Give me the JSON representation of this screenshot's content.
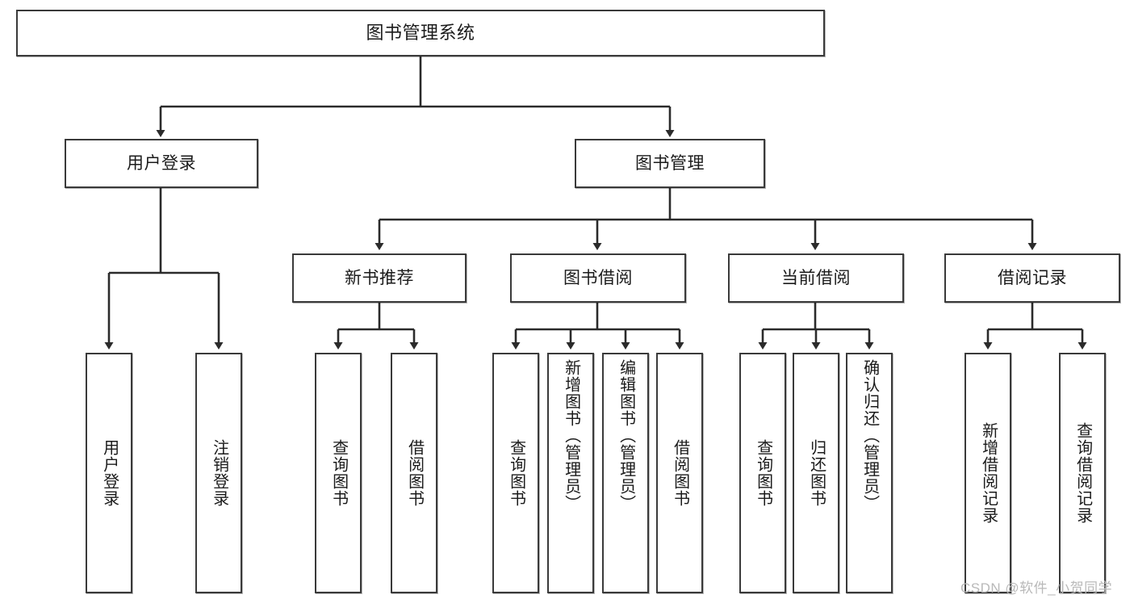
{
  "diagram": {
    "type": "tree",
    "title": "图书管理系统",
    "theme": {
      "background": "#ffffff",
      "box_border": "#3a3a3a",
      "box_fill": "#ffffff",
      "text": "#1b1b1b",
      "connector": "#2b2b2b",
      "watermark": "#b9b9b9"
    },
    "root": {
      "label": "图书管理系统"
    },
    "level1": [
      {
        "label": "用户登录"
      },
      {
        "label": "图书管理"
      }
    ],
    "level2": [
      {
        "label": "新书推荐"
      },
      {
        "label": "图书借阅"
      },
      {
        "label": "当前借阅"
      },
      {
        "label": "借阅记录"
      }
    ],
    "leaves": {
      "user_login": [
        {
          "label": "用户登录"
        },
        {
          "label": "注销登录"
        }
      ],
      "new_book_recommend": [
        {
          "label": "查询图书"
        },
        {
          "label": "借阅图书"
        }
      ],
      "book_borrow": [
        {
          "label": "查询图书"
        },
        {
          "label": "新增图书（管理员）"
        },
        {
          "label": "编辑图书（管理员）"
        },
        {
          "label": "借阅图书"
        }
      ],
      "current_borrow": [
        {
          "label": "查询图书"
        },
        {
          "label": "归还图书"
        },
        {
          "label": "确认归还（管理员）"
        }
      ],
      "borrow_record": [
        {
          "label": "新增借阅记录"
        },
        {
          "label": "查询借阅记录"
        }
      ]
    },
    "watermark": "CSDN @软件_小贺同学"
  }
}
